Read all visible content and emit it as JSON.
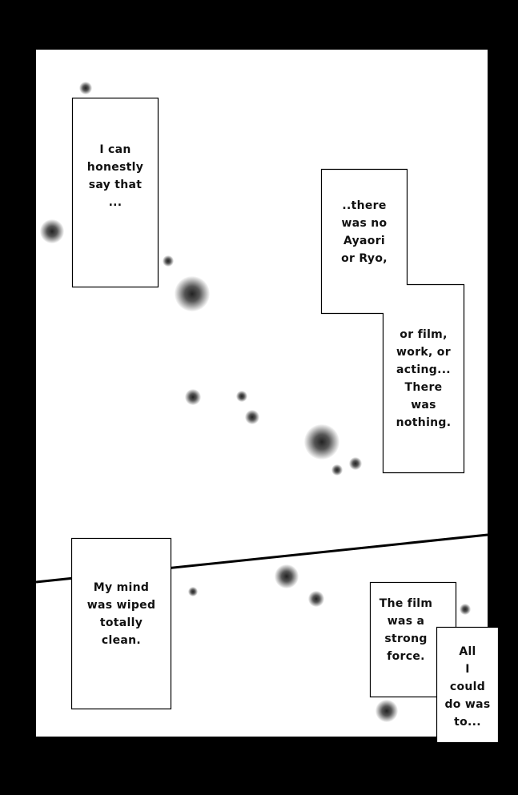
{
  "bubbles": [
    {
      "lines": [
        "I can",
        "honestly",
        "say that",
        "..."
      ]
    },
    {
      "lines": [
        "..there",
        "was no",
        "Ayaori",
        "or Ryo,"
      ]
    },
    {
      "lines": [
        "or film,",
        "work, or",
        "acting...",
        "There",
        "was",
        "nothing."
      ]
    },
    {
      "lines": [
        "My mind",
        "was wiped",
        "totally",
        "clean."
      ]
    },
    {
      "lines": [
        "The film",
        "was a",
        "strong",
        "force."
      ]
    },
    {
      "lines": [
        "All",
        "I",
        "could",
        "do was",
        "to..."
      ]
    }
  ],
  "colors": {
    "ink": "#111111",
    "paper": "#ffffff",
    "border": "#000000"
  }
}
